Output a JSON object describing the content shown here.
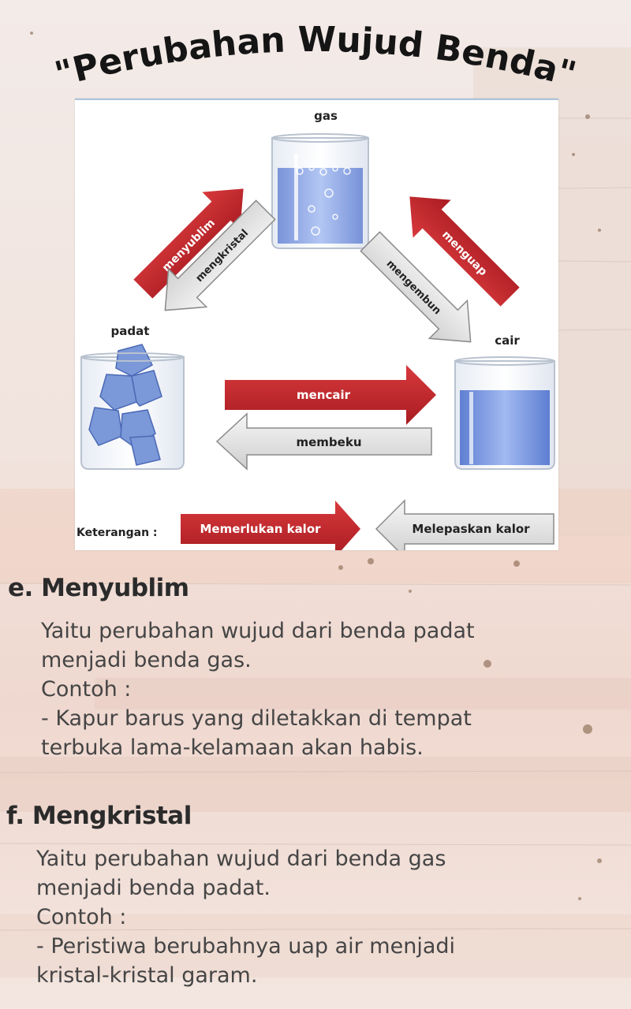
{
  "title": "\"Perubahan Wujud Benda\"",
  "diagram": {
    "state_gas": "gas",
    "state_solid": "padat",
    "state_liquid": "cair",
    "arrow_sublimate": "menyublim",
    "arrow_deposit": "mengkristal",
    "arrow_evaporate": "menguap",
    "arrow_condense": "mengembun",
    "arrow_melt": "mencair",
    "arrow_freeze": "membeku",
    "legend_title": "Keterangan :",
    "legend_requires_heat": "Memerlukan  kalor",
    "legend_releases_heat": "Melepaskan kalor",
    "colors": {
      "red_arrow": "#c22a2f",
      "grey_arrow": "#e6e6e6",
      "water": "#4f78d8",
      "ice": "#6f8fd2"
    }
  },
  "sections": [
    {
      "heading": "e. Menyublim",
      "lines": [
        "Yaitu perubahan wujud dari benda padat",
        "menjadi benda gas.",
        "Contoh :",
        "- Kapur barus yang diletakkan di tempat",
        "terbuka lama-kelamaan akan habis."
      ]
    },
    {
      "heading": "f. Mengkristal",
      "lines": [
        "Yaitu perubahan wujud dari benda gas",
        "menjadi benda padat.",
        "Contoh :",
        "- Peristiwa berubahnya uap air menjadi",
        "kristal-kristal garam."
      ]
    }
  ]
}
